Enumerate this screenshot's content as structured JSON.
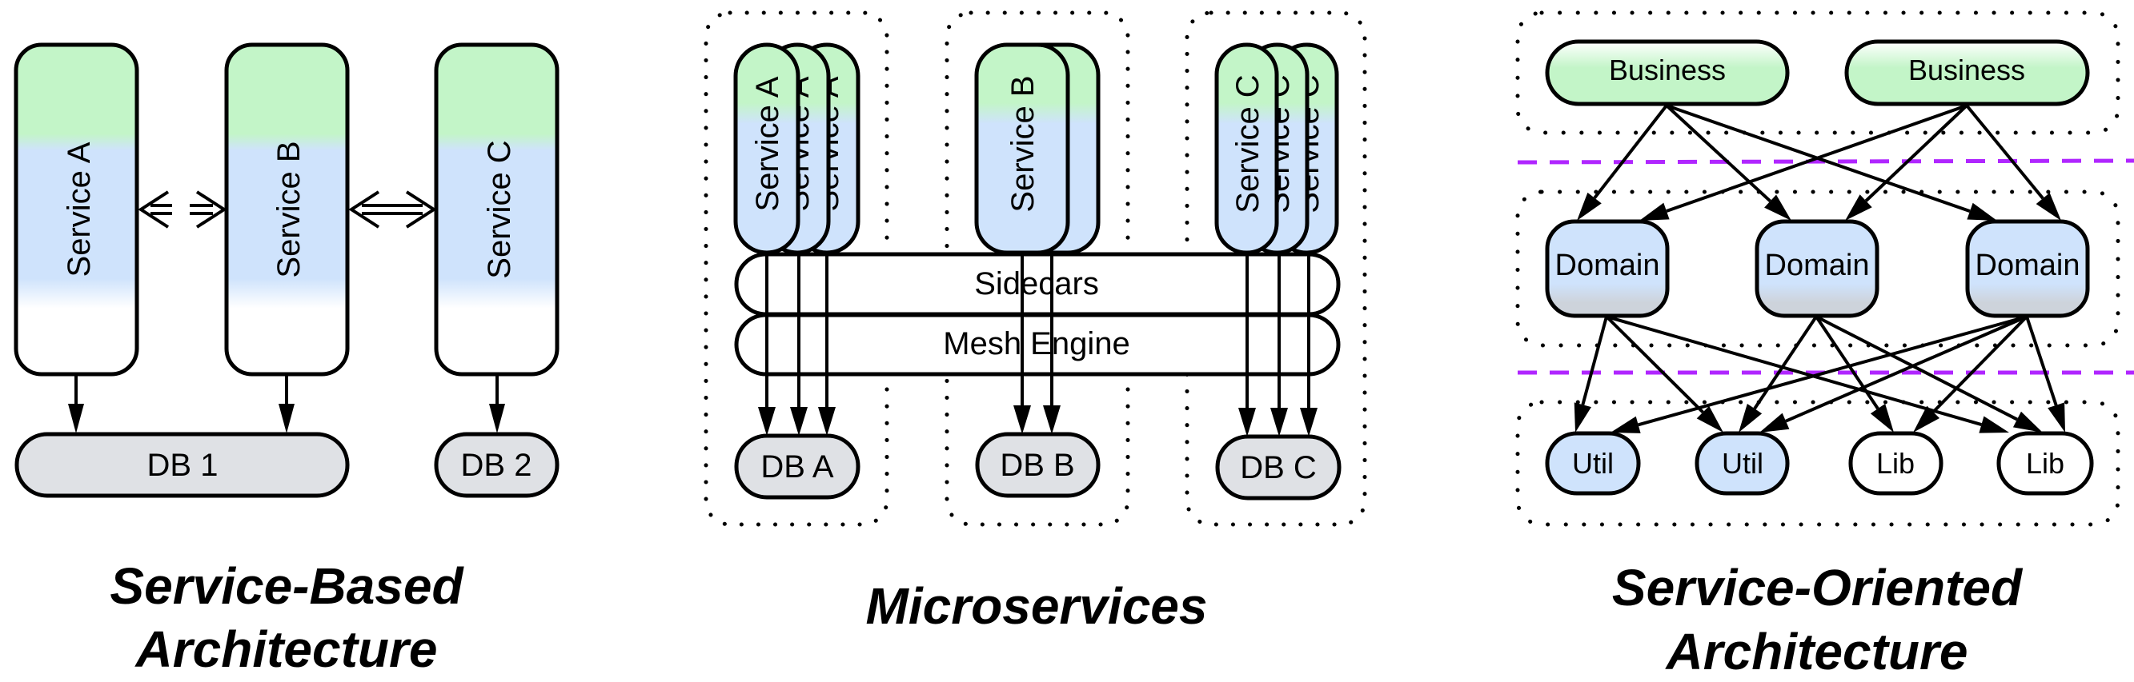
{
  "colors": {
    "green": "#c3f5c8",
    "blue": "#cfe3fc",
    "gray": "#dfe1e5",
    "domain_bottom": "#cdd3db",
    "stroke": "#000000",
    "layer_divider": "#b026ff"
  },
  "panels": [
    {
      "id": "service-based",
      "title_lines": [
        "Service-Based",
        "Architecture"
      ],
      "services": [
        "Service A",
        "Service B",
        "Service C"
      ],
      "databases": [
        "DB 1",
        "DB 2"
      ],
      "service_to_db": [
        [
          "Service A",
          "DB 1"
        ],
        [
          "Service B",
          "DB 1"
        ],
        [
          "Service C",
          "DB 2"
        ]
      ],
      "service_links": [
        {
          "from": "Service A",
          "to": "Service B",
          "style": "dashed-double-arrow"
        },
        {
          "from": "Service B",
          "to": "Service C",
          "style": "solid-double-arrow"
        }
      ]
    },
    {
      "id": "microservices",
      "title_lines": [
        "Microservices"
      ],
      "groups": [
        {
          "service": "Service A",
          "instances": 3,
          "database": "DB A"
        },
        {
          "service": "Service B",
          "instances": 2,
          "database": "DB B"
        },
        {
          "service": "Service C",
          "instances": 3,
          "database": "DB C"
        }
      ],
      "layers": [
        "Sidecars",
        "Mesh Engine"
      ]
    },
    {
      "id": "service-oriented",
      "title_lines": [
        "Service-Oriented",
        "Architecture"
      ],
      "tiers": [
        {
          "name": "business",
          "nodes": [
            "Business",
            "Business"
          ]
        },
        {
          "name": "domain",
          "nodes": [
            "Domain",
            "Domain",
            "Domain"
          ]
        },
        {
          "name": "utility",
          "nodes": [
            "Util",
            "Util",
            "Lib",
            "Lib"
          ]
        }
      ],
      "business_to_domain": [
        [
          0,
          0
        ],
        [
          0,
          1
        ],
        [
          0,
          2
        ],
        [
          1,
          0
        ],
        [
          1,
          1
        ],
        [
          1,
          2
        ]
      ],
      "domain_to_utility": [
        [
          0,
          0
        ],
        [
          0,
          1
        ],
        [
          0,
          3
        ],
        [
          1,
          1
        ],
        [
          1,
          2
        ],
        [
          1,
          3
        ],
        [
          2,
          0
        ],
        [
          2,
          1
        ],
        [
          2,
          2
        ],
        [
          2,
          3
        ]
      ]
    }
  ]
}
